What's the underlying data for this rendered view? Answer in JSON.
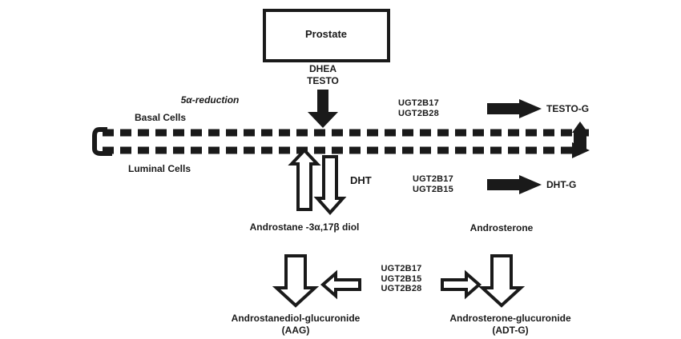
{
  "diagram": {
    "title_box": {
      "label": "Prostate"
    },
    "substrates": {
      "line1": "DHEA",
      "line2": "TESTO"
    },
    "reaction_label": "5α-reduction",
    "cells": {
      "basal": "Basal Cells",
      "luminal": "Luminal Cells"
    },
    "metabolites": {
      "dht": "DHT",
      "androstanediol": "Androstane -3α,17β diol",
      "androsterone": "Androsterone",
      "testo_g": "TESTO-G",
      "dht_g": "DHT-G",
      "aag_line1": "Androstanediol-glucuronide",
      "aag_line2": "(AAG)",
      "adtg_line1": "Androsterone-glucuronide",
      "adtg_line2": "(ADT-G)"
    },
    "enzymes": {
      "testo_g_group": [
        "UGT2B17",
        "UGT2B28"
      ],
      "dht_g_group": [
        "UGT2B17",
        "UGT2B15"
      ],
      "central_group": [
        "UGT2B17",
        "UGT2B15",
        "UGT2B28"
      ]
    },
    "colors": {
      "ink": "#1a1a1a",
      "background": "#ffffff"
    }
  }
}
